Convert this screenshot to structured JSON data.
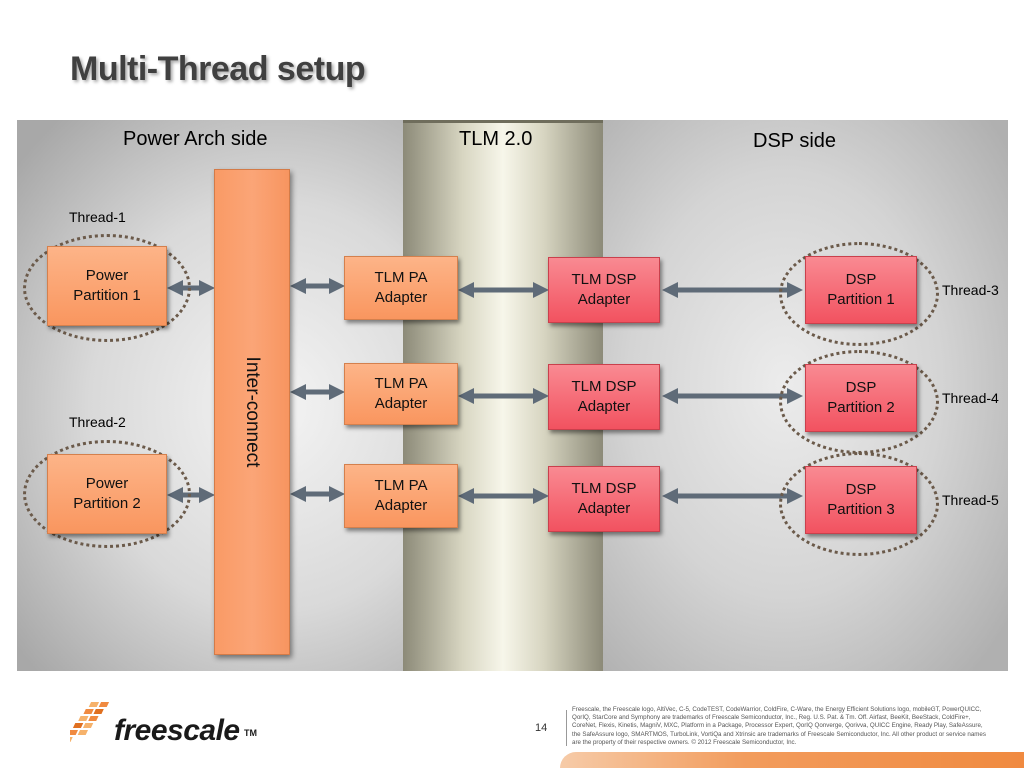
{
  "slide": {
    "title": "Multi-Thread setup",
    "page_number": "14",
    "legal_text": "Freescale, the Freescale logo, AltiVec, C-5, CodeTEST, CodeWarrior, ColdFire, C-Ware, the Energy Efficient Solutions logo, mobileGT, PowerQUICC, QorIQ, StarCore and Symphony are trademarks of Freescale Semiconductor, Inc., Reg. U.S. Pat. & Tm. Off. Airfast, BeeKit, BeeStack, ColdFire+, CoreNet, Flexis, Kinetis, MagniV, MXC, Platform in a Package, Processor Expert, QorIQ Qonverge, Qorivva, QUICC Engine, Ready Play, SafeAssure, the SafeAssure logo, SMARTMOS, TurboLink, VortiQa and Xtrinsic are trademarks of Freescale Semiconductor, Inc. All other product or service names are the property of their respective owners. © 2012 Freescale Semiconductor, Inc.",
    "logo_text": "freescale",
    "logo_tm": "TM"
  },
  "diagram": {
    "regions": {
      "power_arch": "Power Arch side",
      "tlm": "TLM 2.0",
      "dsp": "DSP side"
    },
    "threads": {
      "t1": "Thread-1",
      "t2": "Thread-2",
      "t3": "Thread-3",
      "t4": "Thread-4",
      "t5": "Thread-5"
    },
    "interconnect": "Inter-connect",
    "power_partitions": [
      "Power\nPartition 1",
      "Power\nPartition 2"
    ],
    "pa_adapters": [
      "TLM  PA\nAdapter",
      "TLM PA\nAdapter",
      "TLM PA\nAdapter"
    ],
    "dsp_adapters": [
      "TLM DSP\nAdapter",
      "TLM DSP\nAdapter",
      "TLM DSP\nAdapter"
    ],
    "dsp_partitions": [
      "DSP\nPartition 1",
      "DSP\nPartition 2",
      "DSP\nPartition 3"
    ]
  },
  "colors": {
    "orange_box": "#f9965f",
    "red_box": "#f25260",
    "arrow": "#5f6b78",
    "brand_orange": "#f08a40"
  }
}
